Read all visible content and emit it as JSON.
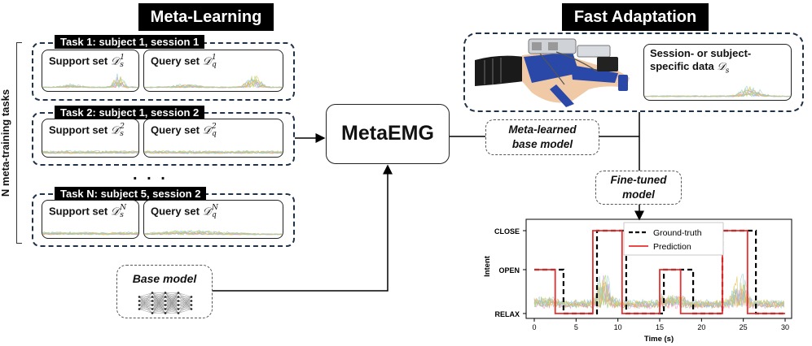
{
  "banners": {
    "meta_learning": "Meta-Learning",
    "fast_adaptation": "Fast Adaptation"
  },
  "tasks_axis_label": "N meta-training tasks",
  "tasks": [
    {
      "header": "Task 1: subject 1, session 1",
      "support_label": "Support set",
      "query_label": "Query set",
      "symbol": "𝒟",
      "sup_index": "1",
      "emg_level": "high"
    },
    {
      "header": "Task 2: subject 1, session 2",
      "support_label": "Support set",
      "query_label": "Query set",
      "symbol": "𝒟",
      "sup_index": "2",
      "emg_level": "low"
    },
    {
      "header": "Task N: subject 5, session 2",
      "support_label": "Support set",
      "query_label": "Query set",
      "symbol": "𝒟",
      "sup_index": "N",
      "emg_level": "low"
    }
  ],
  "subscripts": {
    "support": "s",
    "query": "q"
  },
  "ellipsis": ". . .",
  "meta_emg_label": "MetaEMG",
  "base_model_label": "Base model",
  "meta_learned_label": [
    "Meta-learned",
    "base model"
  ],
  "fine_tuned_label": [
    "Fine-tuned",
    "model"
  ],
  "specific_data": {
    "line1": "Session- or subject-",
    "line2": "specific data",
    "symbol": "𝒟",
    "sub": "s"
  },
  "chart_data": {
    "type": "line",
    "title": "",
    "xlabel": "Time (s)",
    "ylabel": "Intent",
    "xlim": [
      0,
      30
    ],
    "xticks": [
      0,
      5,
      10,
      15,
      20,
      25,
      30
    ],
    "y_levels": [
      "RELAX",
      "OPEN",
      "CLOSE"
    ],
    "legend": {
      "position": "top-right",
      "entries": [
        "Ground-truth",
        "Prediction"
      ]
    },
    "series": [
      {
        "name": "Ground-truth",
        "style": "dashed",
        "color": "#000000",
        "x": [
          0,
          3.5,
          3.5,
          7.5,
          7.5,
          11,
          11,
          15.5,
          15.5,
          19,
          19,
          22.5,
          22.5,
          26.5,
          26.5,
          30
        ],
        "y": [
          "OPEN",
          "OPEN",
          "RELAX",
          "RELAX",
          "CLOSE",
          "CLOSE",
          "RELAX",
          "RELAX",
          "OPEN",
          "OPEN",
          "RELAX",
          "RELAX",
          "CLOSE",
          "CLOSE",
          "RELAX",
          "RELAX"
        ]
      },
      {
        "name": "Prediction",
        "style": "solid",
        "color": "#e8302f",
        "x": [
          0,
          2.5,
          2.5,
          7,
          7,
          10.5,
          10.5,
          15,
          15,
          17.5,
          17.5,
          22.5,
          22.5,
          25.5,
          25.5,
          30
        ],
        "y": [
          "OPEN",
          "OPEN",
          "RELAX",
          "RELAX",
          "CLOSE",
          "CLOSE",
          "RELAX",
          "RELAX",
          "OPEN",
          "OPEN",
          "RELAX",
          "RELAX",
          "CLOSE",
          "CLOSE",
          "RELAX",
          "RELAX"
        ]
      }
    ]
  },
  "colors": {
    "ground_truth": "#000000",
    "prediction": "#e8302f",
    "dashed_border": "#1f3247"
  }
}
